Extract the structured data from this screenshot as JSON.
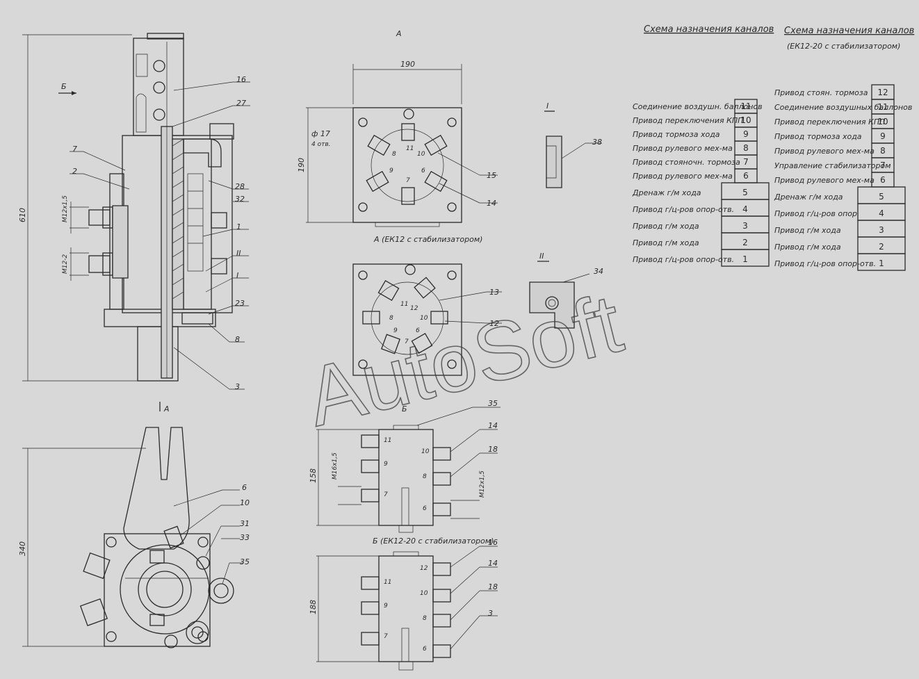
{
  "view_labels": {
    "a": "А",
    "a_ek12": "А (ЕК12 с стабилизатором)",
    "b": "Б",
    "b_ek12": "Б (ЕК12-20 с стабилизатором)",
    "detail_1": "I",
    "detail_2": "II",
    "arrow_b": "Б"
  },
  "dimensions": {
    "d610": "610",
    "d340": "340",
    "d190": "190",
    "d190v": "190",
    "d158": "158",
    "d188": "188",
    "hole": "ф 17",
    "hole_count": "4 отв.",
    "m12a": "М12х1,5",
    "m12b": "М12-2",
    "m16": "М16х1,5",
    "m12c": "М12х1,5"
  },
  "callouts": [
    "16",
    "27",
    "7",
    "2",
    "28",
    "32",
    "1",
    "II",
    "I",
    "23",
    "8",
    "3",
    "13",
    "15",
    "14",
    "38",
    "34",
    "12",
    "35",
    "14",
    "18",
    "16",
    "14",
    "18",
    "3",
    "6",
    "10",
    "31",
    "33",
    "35"
  ],
  "port_numbers_a": [
    "11",
    "8",
    "10",
    "9",
    "6",
    "7",
    "11",
    "12",
    "8",
    "10",
    "9",
    "6",
    "7"
  ],
  "port_numbers_b": [
    "11",
    "9",
    "7",
    "10",
    "8",
    "6",
    "11",
    "12",
    "9",
    "10",
    "7",
    "8",
    "6"
  ],
  "watermark": "AutoSoft",
  "table_left": {
    "title": "Схема назначения каналов",
    "rows": [
      {
        "name": "Соединение воздушн. баллонов",
        "num": "11"
      },
      {
        "name": "Привод переключения КПП",
        "num": "10"
      },
      {
        "name": "Привод тормоза хода",
        "num": "9"
      },
      {
        "name": "Привод рулевого мех-ма",
        "num": "8"
      },
      {
        "name": "Привод стояночн. тормоза",
        "num": "7"
      },
      {
        "name": "Привод рулевого мех-ма",
        "num": "6"
      },
      {
        "name": "Дренаж г/м хода",
        "num": "5"
      },
      {
        "name": "Привод г/ц-ров опор-отв.",
        "num": "4"
      },
      {
        "name": "Привод г/м хода",
        "num": "3"
      },
      {
        "name": "Привод г/м хода",
        "num": "2"
      },
      {
        "name": "Привод г/ц-ров опор-отв.",
        "num": "1"
      }
    ]
  },
  "table_right": {
    "title": "Схема назначения каналов",
    "subtitle": "(ЕК12-20 с стабилизатором)",
    "rows": [
      {
        "name": "Привод стоян. тормоза",
        "num": "12"
      },
      {
        "name": "Соединение воздушных баллонов",
        "num": "11"
      },
      {
        "name": "Привод переключения КПП",
        "num": "10"
      },
      {
        "name": "Привод тормоза хода",
        "num": "9"
      },
      {
        "name": "Привод рулевого мех-ма",
        "num": "8"
      },
      {
        "name": "Управление стабилизатором",
        "num": "7"
      },
      {
        "name": "Привод рулевого мех-ма",
        "num": "6"
      },
      {
        "name": "Дренаж г/м хода",
        "num": "5"
      },
      {
        "name": "Привод г/ц-ров опор",
        "num": "4"
      },
      {
        "name": "Привод г/м хода",
        "num": "3"
      },
      {
        "name": "Привод г/м хода",
        "num": "2"
      },
      {
        "name": "Привод г/ц-ров опор-отв.",
        "num": "1"
      }
    ]
  }
}
